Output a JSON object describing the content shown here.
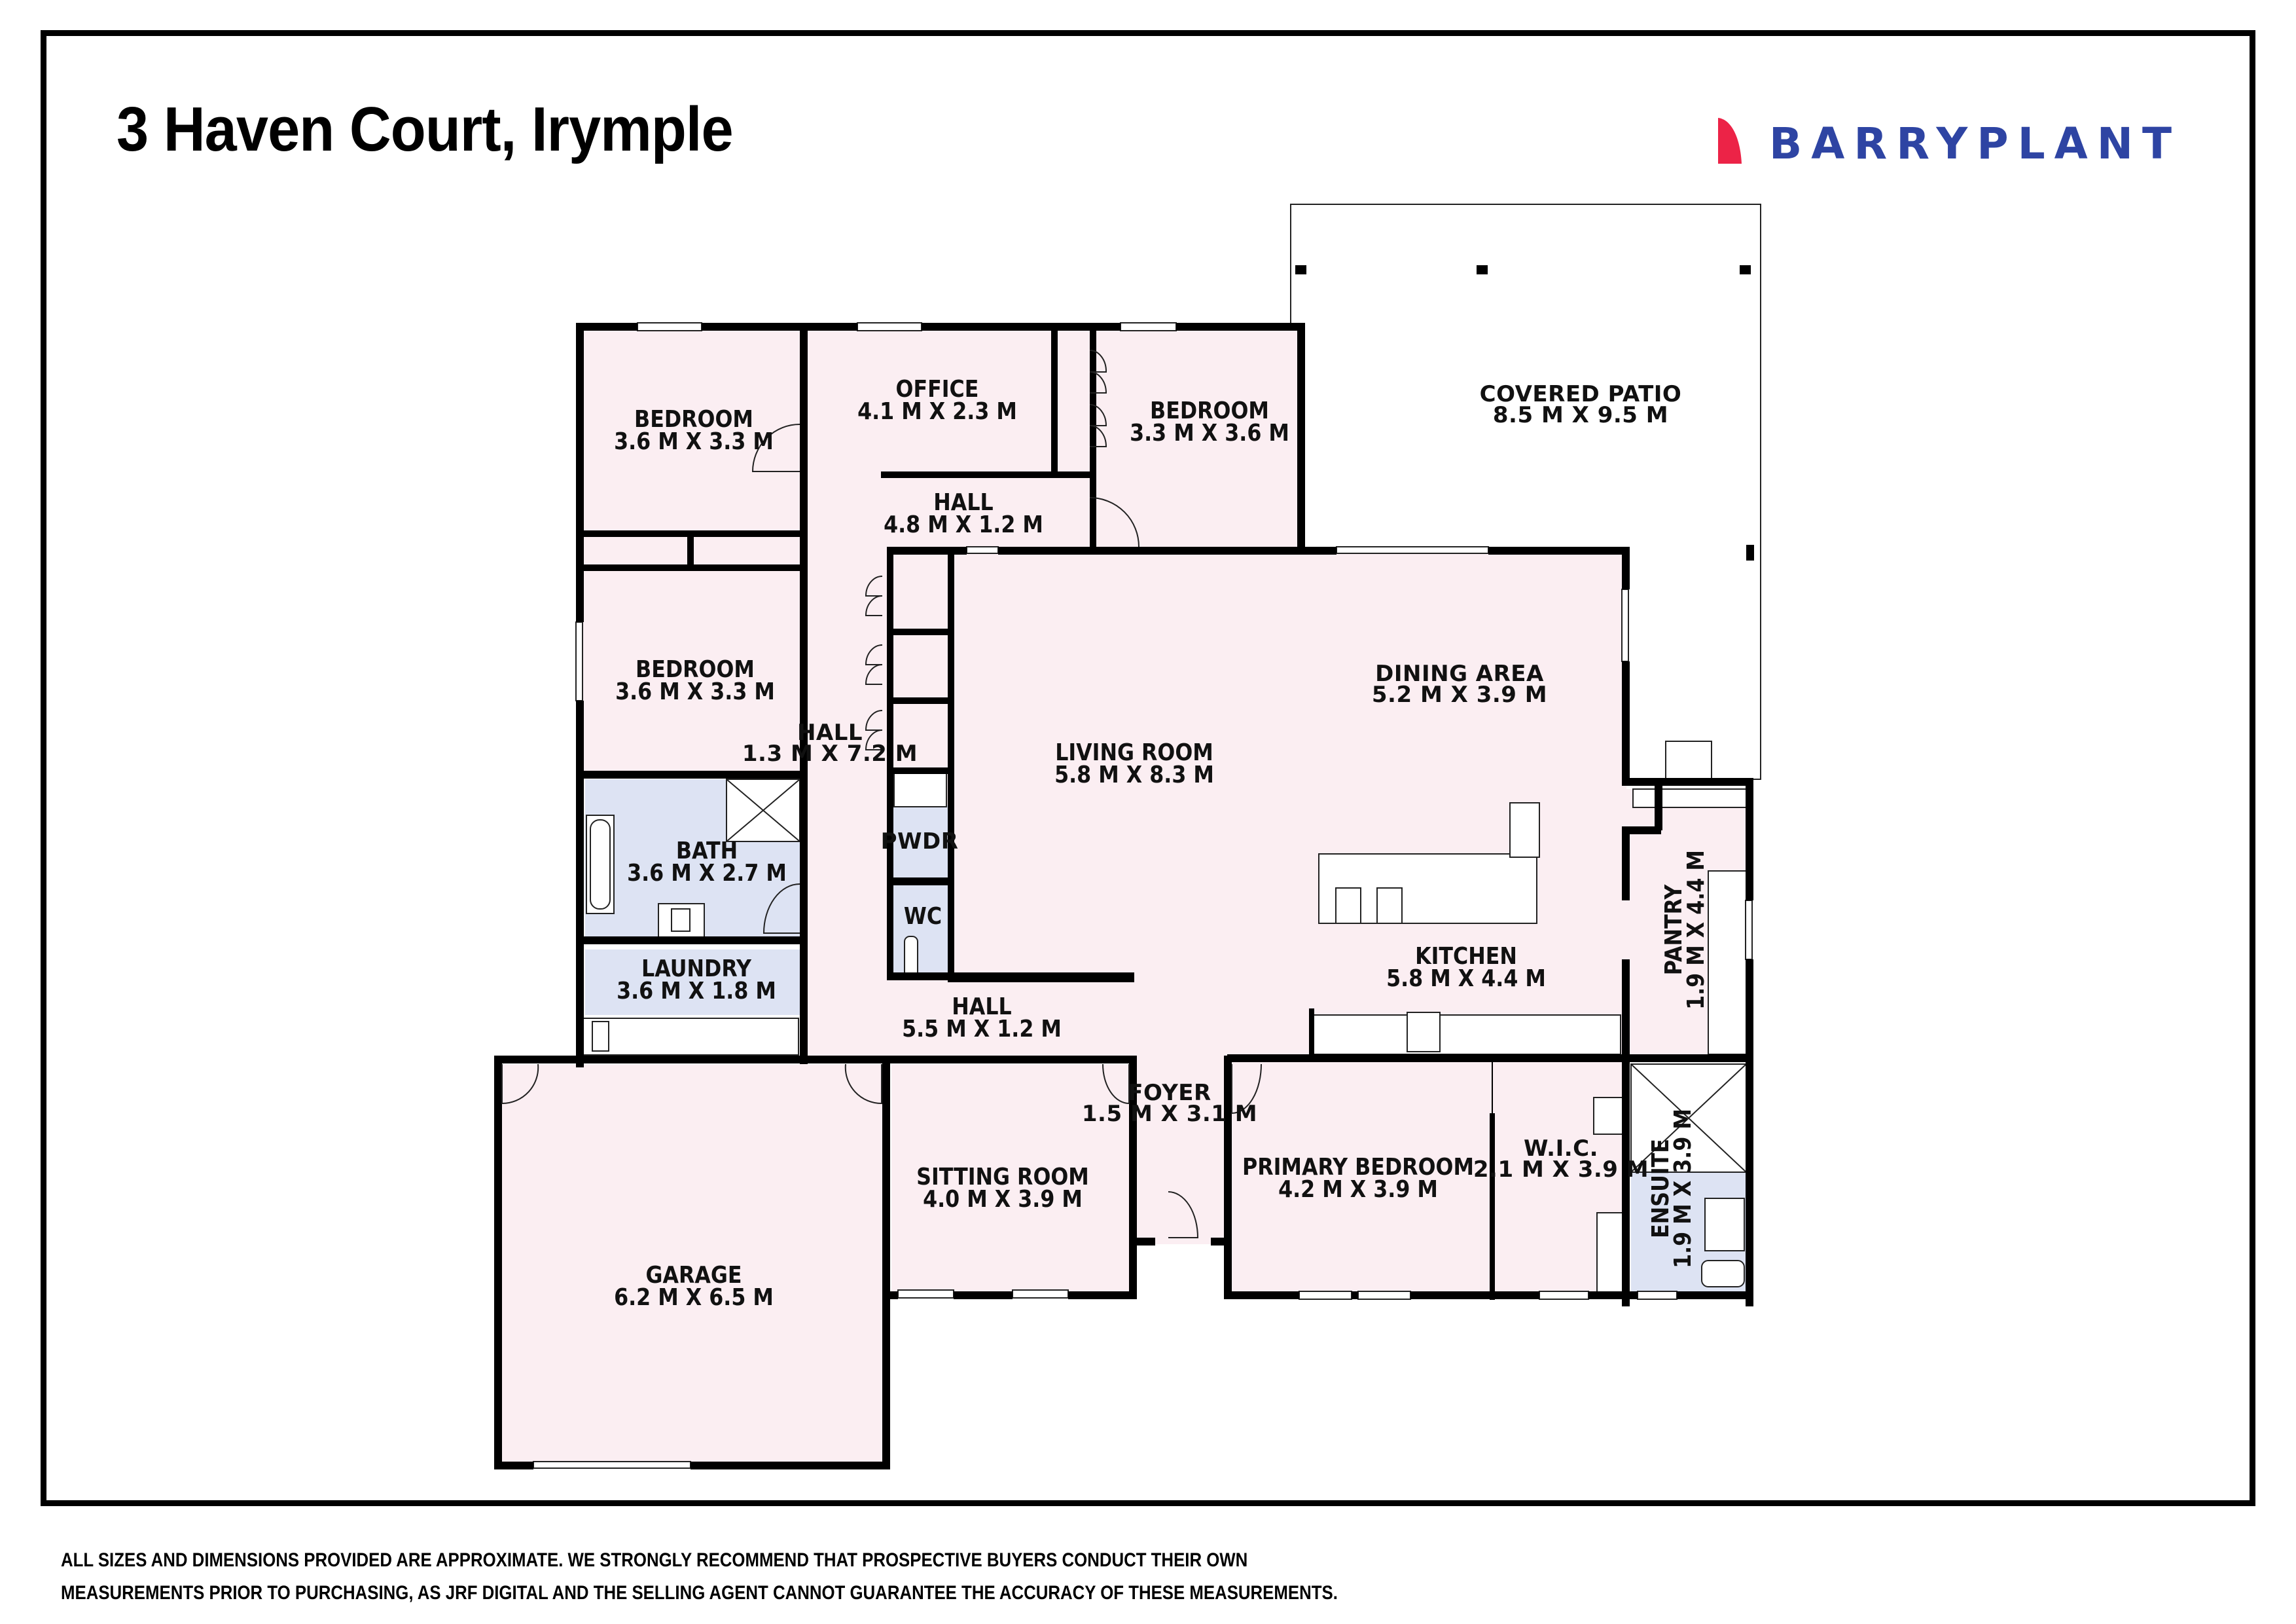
{
  "header": {
    "title": "3 Haven Court, Irymple",
    "brand": "BARRYPLANT",
    "brand_color": "#2E44A3",
    "brand_mark_color": "#EC2347"
  },
  "colors": {
    "room_fill": "#FBEEF2",
    "wet_fill": "#DDE3F3",
    "wall": "#000000"
  },
  "rooms": {
    "bedroom_nw": {
      "name": "BEDROOM",
      "dims": "3.6 M X 3.3 M"
    },
    "office": {
      "name": "OFFICE",
      "dims": "4.1 M X 2.3 M"
    },
    "bedroom_ne": {
      "name": "BEDROOM",
      "dims": "3.3 M X 3.6 M"
    },
    "hall_north": {
      "name": "HALL",
      "dims": "4.8 M X 1.2 M"
    },
    "covered_patio": {
      "name": "COVERED PATIO",
      "dims": "8.5 M X 9.5 M"
    },
    "bedroom_w": {
      "name": "BEDROOM",
      "dims": "3.6 M X 3.3 M"
    },
    "hall_west": {
      "name": "HALL",
      "dims": "1.3 M X 7.2 M"
    },
    "dining_area": {
      "name": "DINING AREA",
      "dims": "5.2 M X 3.9 M"
    },
    "living_room": {
      "name": "LIVING ROOM",
      "dims": "5.8 M X 8.3 M"
    },
    "bath": {
      "name": "BATH",
      "dims": "3.6 M X 2.7 M"
    },
    "powder": {
      "name": "PWDR"
    },
    "wc": {
      "name": "WC"
    },
    "pantry": {
      "name": "PANTRY",
      "dims": "1.9 M X 4.4 M"
    },
    "kitchen": {
      "name": "KITCHEN",
      "dims": "5.8 M X 4.4 M"
    },
    "laundry": {
      "name": "LAUNDRY",
      "dims": "3.6 M X 1.8 M"
    },
    "hall_south": {
      "name": "HALL",
      "dims": "5.5 M X 1.2 M"
    },
    "foyer": {
      "name": "FOYER",
      "dims": "1.5 M X 3.1 M"
    },
    "sitting_room": {
      "name": "SITTING ROOM",
      "dims": "4.0 M X 3.9 M"
    },
    "primary_bedroom": {
      "name": "PRIMARY BEDROOM",
      "dims": "4.2 M X 3.9 M"
    },
    "wic": {
      "name": "W.I.C.",
      "dims": "2.1 M X 3.9 M"
    },
    "ensuite": {
      "name": "ENSUITE",
      "dims": "1.9 M X 3.9 M"
    },
    "garage": {
      "name": "GARAGE",
      "dims": "6.2 M X 6.5 M"
    }
  },
  "disclaimer": {
    "line1": "ALL SIZES AND DIMENSIONS PROVIDED ARE APPROXIMATE. WE STRONGLY RECOMMEND THAT PROSPECTIVE BUYERS CONDUCT THEIR OWN",
    "line2": "MEASUREMENTS PRIOR TO PURCHASING, AS JRF DIGITAL AND THE SELLING AGENT CANNOT GUARANTEE THE ACCURACY OF THESE MEASUREMENTS."
  }
}
